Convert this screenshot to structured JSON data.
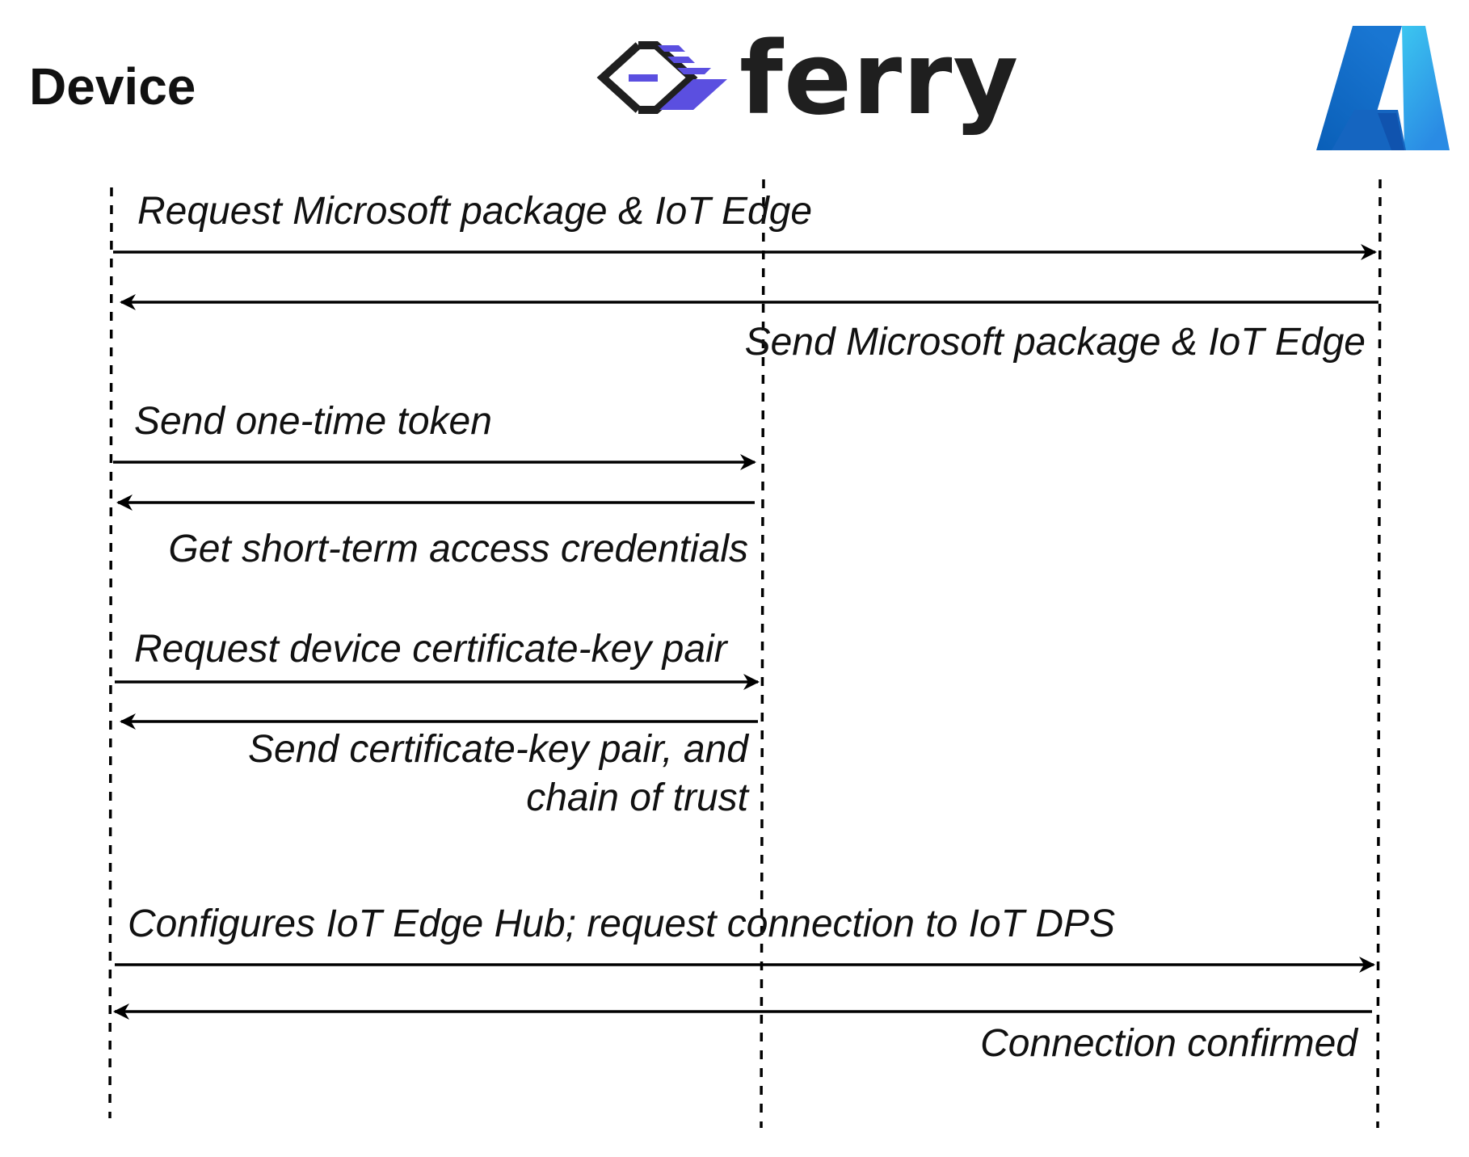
{
  "participants": {
    "device": {
      "label": "Device"
    },
    "ferry": {
      "logo_text": "ferry",
      "icon": "ferry-logo-icon",
      "accent": "#5b4fe0"
    },
    "azure": {
      "icon": "azure-logo-icon",
      "colors": [
        "#0a5fb8",
        "#2f8fe6",
        "#4cc8f2"
      ]
    }
  },
  "messages": [
    {
      "text": "Request Microsoft package & IoT Edge",
      "from": "device",
      "to": "azure"
    },
    {
      "text": "Send Microsoft package & IoT Edge",
      "from": "azure",
      "to": "device"
    },
    {
      "text": "Send one-time token",
      "from": "device",
      "to": "ferry"
    },
    {
      "text": "Get short-term access credentials",
      "from": "ferry",
      "to": "device"
    },
    {
      "text": "Request device certificate-key pair",
      "from": "device",
      "to": "ferry"
    },
    {
      "text_lines": [
        "Send certificate-key pair, and",
        "chain of trust"
      ],
      "from": "ferry",
      "to": "device"
    },
    {
      "text": "Configures IoT Edge Hub; request connection to IoT DPS",
      "from": "device",
      "to": "azure"
    },
    {
      "text": "Connection confirmed",
      "from": "azure",
      "to": "device"
    }
  ]
}
